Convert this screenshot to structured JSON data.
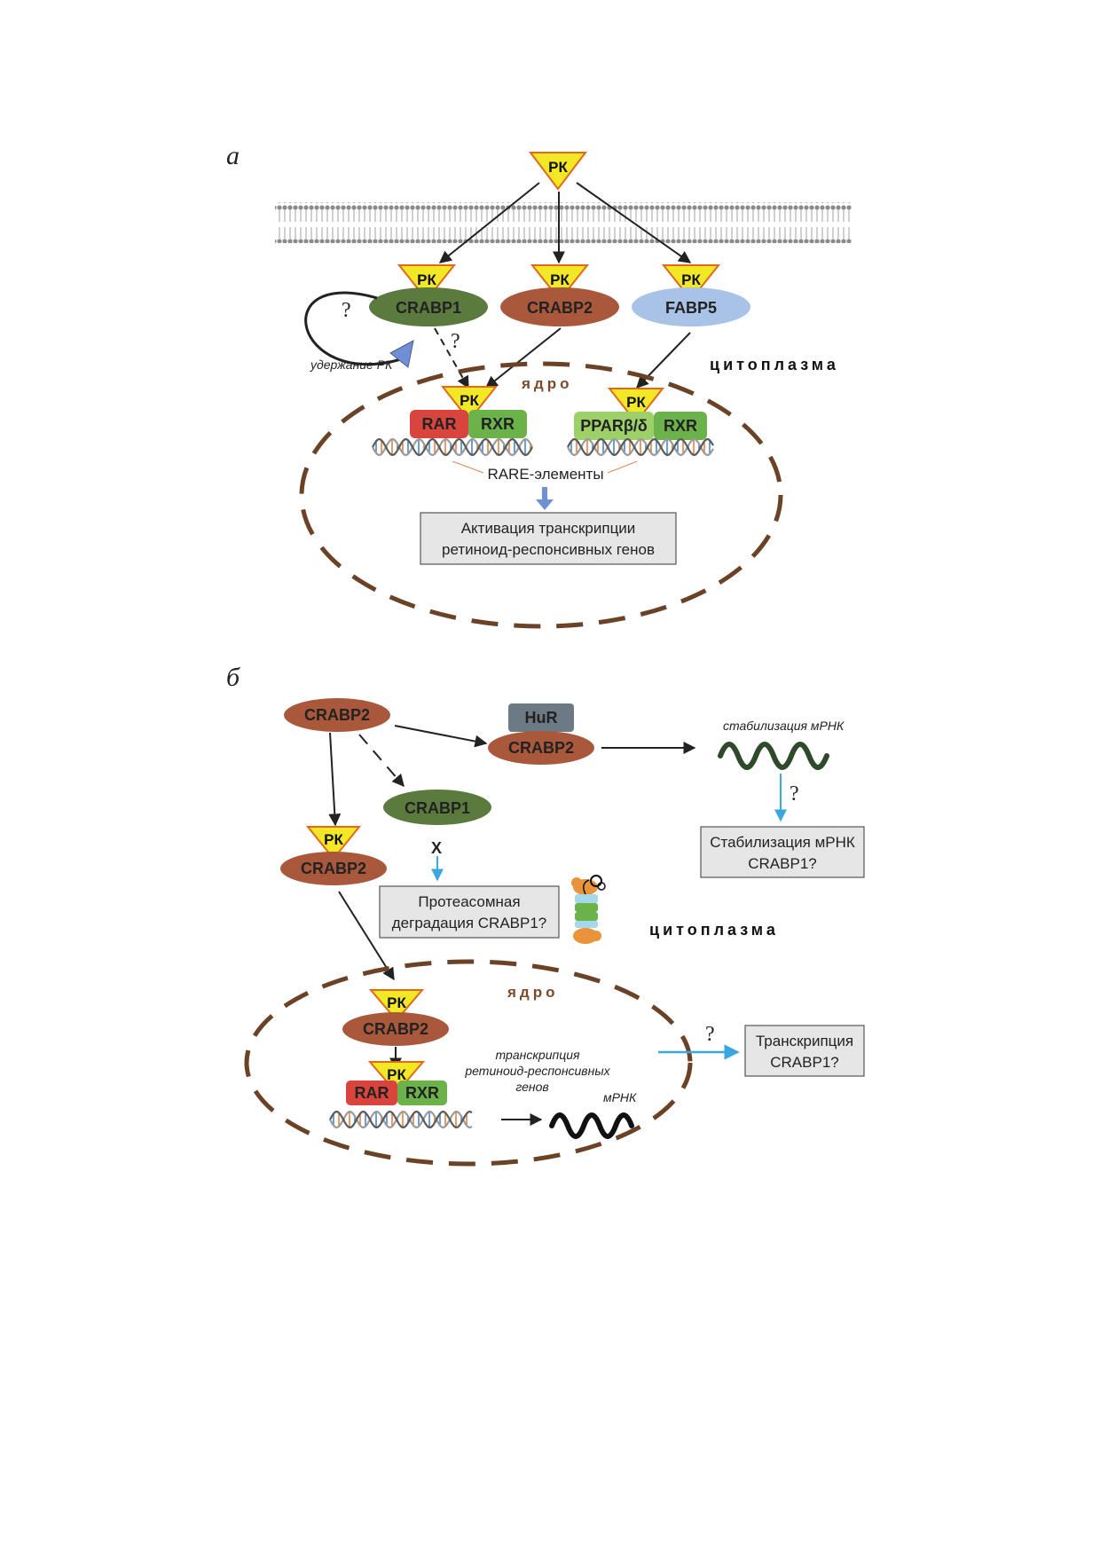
{
  "panel_a": {
    "letter": "а",
    "ligand": "РК",
    "proteins": {
      "crabp1": "CRABP1",
      "crabp2": "CRABP2",
      "fabp5": "FABP5"
    },
    "receptors": {
      "rar": "RAR",
      "rxr": "RXR",
      "ppar": "PPARβ/δ"
    },
    "question": "?",
    "retention_label": "удержание РК",
    "cytoplasm_label": "цитоплазма",
    "nucleus_label": "ядро",
    "rare_label": "RARE-элементы",
    "result_box": [
      "Активация транскрипции",
      "ретиноид-респонсивных генов"
    ]
  },
  "panel_b": {
    "letter": "б",
    "ligand": "РК",
    "proteins": {
      "crabp1": "CRABP1",
      "crabp2": "CRABP2",
      "hur": "HuR"
    },
    "receptors": {
      "rar": "RAR",
      "rxr": "RXR"
    },
    "question": "?",
    "block_mark": "X",
    "mrna_stab_label": "стабилизация мРНК",
    "mrna_stab_box": [
      "Стабилизация мРНК",
      "CRABP1?"
    ],
    "proteasome_box": [
      "Протеасомная",
      "деградация  CRABP1?"
    ],
    "cytoplasm_label": "цитоплазма",
    "nucleus_label": "ядро",
    "transcription_label": [
      "транскрипция",
      "ретиноид-респонсивных",
      "генов"
    ],
    "mrna_label": "мРНК",
    "transcription_box": [
      "Транскрипция",
      "CRABP1?"
    ]
  },
  "colors": {
    "ligand_fill": "#f2e826",
    "ligand_stroke": "#e06a1a",
    "crabp1": "#5b7a3d",
    "crabp2": "#a9583c",
    "fabp5": "#a8c3e6",
    "hur": "#6b7a85",
    "rar": "#d9453c",
    "rxr": "#6bb24a",
    "ppar": "#9ed06a",
    "nucleus_border": "#6b4226",
    "blue_arrow": "#3aa7e0",
    "block_arrow": "#6f8fd6",
    "mrna": "#2e4a2a",
    "box_fill": "#e6e6e6"
  }
}
